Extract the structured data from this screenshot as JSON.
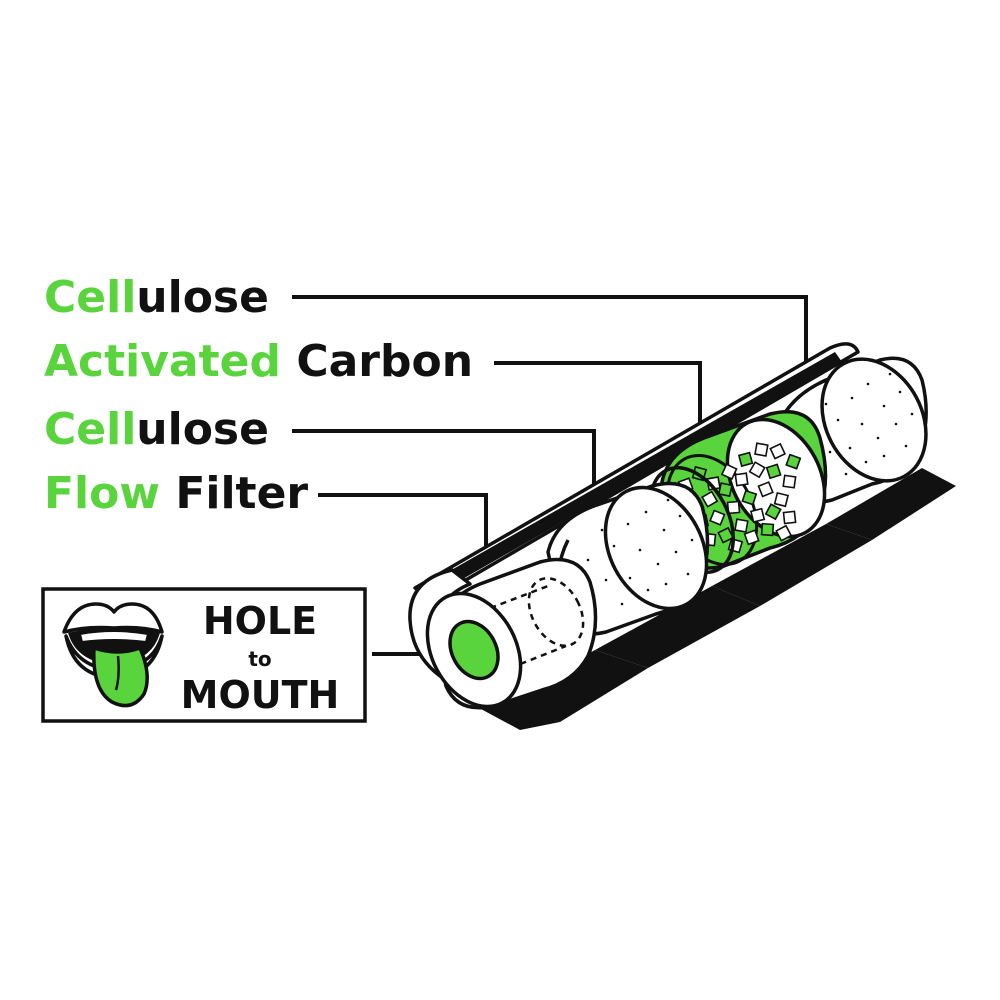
{
  "labels": [
    {
      "accent": "Cell",
      "rest": "ulose"
    },
    {
      "accent": "Activated",
      "rest": " Carbon"
    },
    {
      "accent": "Cell",
      "rest": "ulose"
    },
    {
      "accent": "Flow",
      "rest": " Filter"
    }
  ],
  "callout": {
    "line1": "HOLE",
    "line2": "to",
    "line3": "MOUTH",
    "icon": "mouth-tongue-icon"
  },
  "colors": {
    "accent": "#5ad43c",
    "ink": "#111111",
    "paper": "#ffffff"
  }
}
